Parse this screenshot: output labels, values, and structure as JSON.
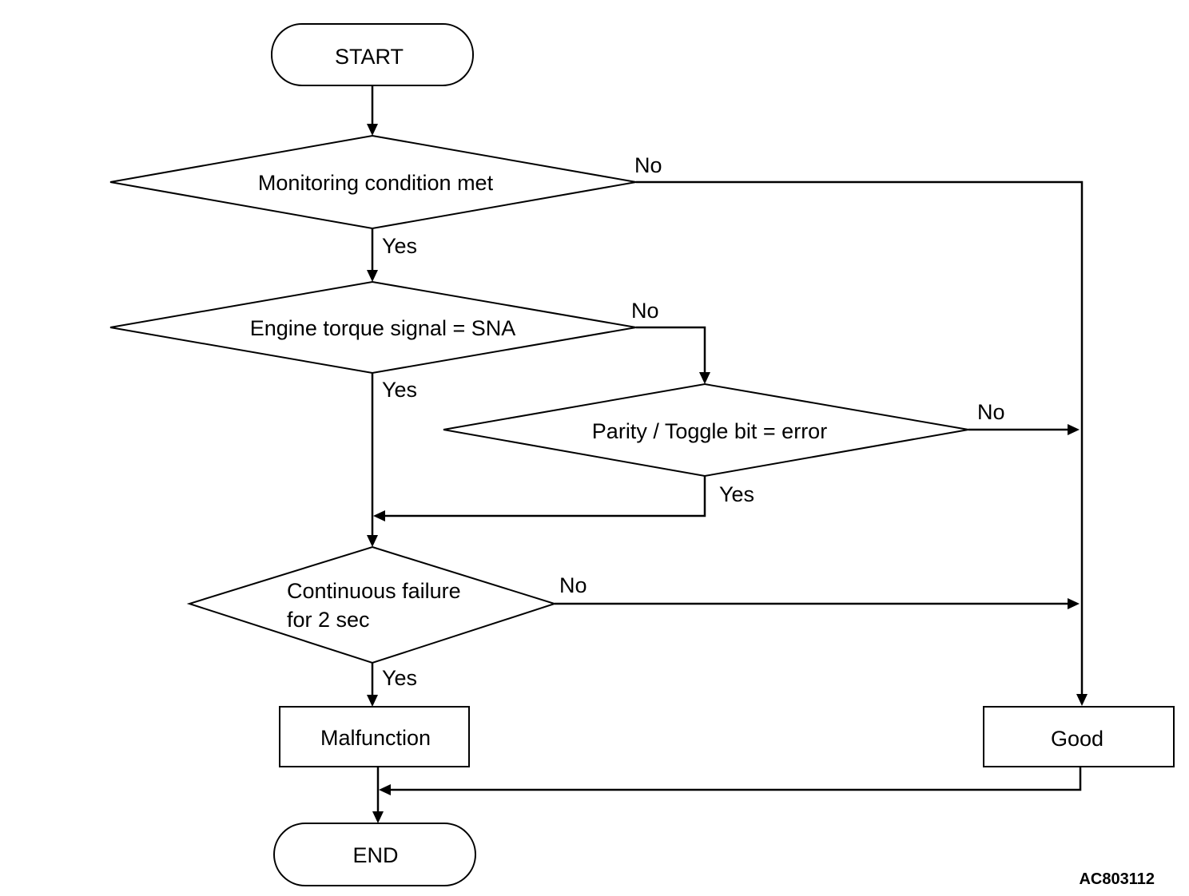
{
  "nodes": {
    "start": "START",
    "monitoring": "Monitoring condition met",
    "torque": "Engine torque signal  = SNA",
    "parity": "Parity / Toggle bit = error",
    "continuous_line1": "Continuous failure",
    "continuous_line2": "for 2 sec",
    "malfunction": "Malfunction",
    "good": "Good",
    "end": "END"
  },
  "edges": {
    "monitoring_no": "No",
    "monitoring_yes": "Yes",
    "torque_no": "No",
    "torque_yes": "Yes",
    "parity_no": "No",
    "parity_yes": "Yes",
    "continuous_no": "No",
    "continuous_yes": "Yes"
  },
  "figure_id": "AC803112"
}
